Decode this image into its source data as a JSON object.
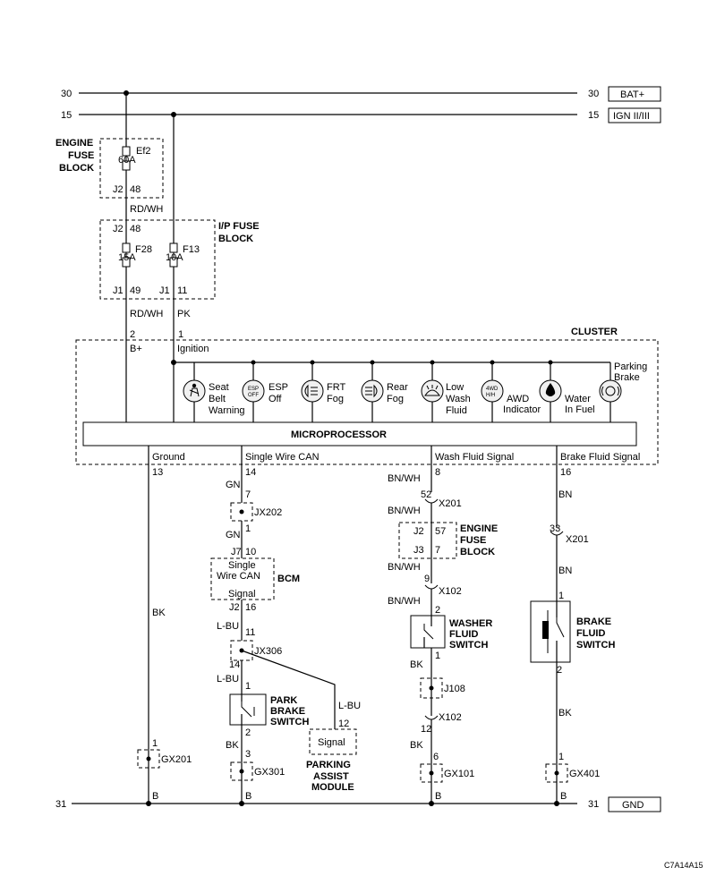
{
  "rails": {
    "bat_left": "30",
    "bat_right": "30",
    "bat_label": "BAT+",
    "ign_left": "15",
    "ign_right": "15",
    "ign_label": "IGN II/III",
    "gnd_left": "31",
    "gnd_right": "31",
    "gnd_label": "GND"
  },
  "engine_fuse_block_top": {
    "title_l1": "ENGINE",
    "title_l2": "FUSE",
    "title_l3": "BLOCK",
    "fuse_id": "Ef2",
    "rating": "60A",
    "conn": "J2",
    "pin": "48"
  },
  "wire_rdwh_1": "RD/WH",
  "ip_fuse_block": {
    "title_l1": "I/P FUSE",
    "title_l2": "BLOCK",
    "in_conn": "J2",
    "in_pin": "48",
    "f28_id": "F28",
    "f28_rating": "15A",
    "f13_id": "F13",
    "f13_rating": "10A",
    "f28_conn": "J1",
    "f28_pin": "49",
    "f13_conn": "J1",
    "f13_pin": "11"
  },
  "wire_rdwh_2": "RD/WH",
  "wire_pk": "PK",
  "cluster": {
    "title": "CLUSTER",
    "pin_bplus": "2",
    "label_bplus": "B+",
    "pin_ign": "1",
    "label_ign": "Ignition",
    "microprocessor": "MICROPROCESSOR",
    "indicators": [
      {
        "l1": "Seat",
        "l2": "Belt",
        "l3": "Warning",
        "icon": "seat-belt-icon"
      },
      {
        "l1": "ESP",
        "l2": "Off",
        "l3": "",
        "icon": "esp-off-icon",
        "glyph1": "ESP",
        "glyph2": "OFF"
      },
      {
        "l1": "FRT",
        "l2": "Fog",
        "l3": "",
        "icon": "front-fog-icon"
      },
      {
        "l1": "Rear",
        "l2": "Fog",
        "l3": "",
        "icon": "rear-fog-icon"
      },
      {
        "l1": "Low",
        "l2": "Wash",
        "l3": "Fluid",
        "icon": "washer-fluid-icon"
      },
      {
        "l1": "AWD",
        "l2": "Indicator",
        "l3": "",
        "icon": "awd-icon",
        "glyph1": "4WD",
        "glyph2": "H/H"
      },
      {
        "l1": "Water",
        "l2": "In Fuel",
        "l3": "",
        "icon": "water-in-fuel-icon"
      },
      {
        "l1": "Parking",
        "l2": "Brake",
        "l3": "",
        "icon": "parking-brake-icon"
      }
    ],
    "sig_ground": "Ground",
    "sig_can": "Single Wire CAN",
    "sig_wash": "Wash Fluid Signal",
    "sig_brake": "Brake Fluid Signal",
    "pin_ground": "13",
    "pin_can": "14",
    "pin_wash": "8",
    "pin_brake": "16"
  },
  "ground_branch": {
    "wire": "BK",
    "splice_pin": "1",
    "splice": "GX201",
    "b": "B"
  },
  "can_branch": {
    "wire1": "GN",
    "jx202_pin1": "7",
    "jx202": "JX202",
    "jx202_pin2": "1",
    "wire2": "GN",
    "bcm_in_conn": "J7",
    "bcm_in_pin": "10",
    "bcm_l1": "Single",
    "bcm_l2": "Wire CAN",
    "bcm_l3": "Signal",
    "bcm_title": "BCM",
    "bcm_out_conn": "J2",
    "bcm_out_pin": "16",
    "wire3": "L-BU",
    "jx306_pin1": "11",
    "jx306": "JX306",
    "jx306_pin2": "14",
    "wire4": "L-BU",
    "pbs_pin1": "1",
    "pbs_l1": "PARK",
    "pbs_l2": "BRAKE",
    "pbs_l3": "SWITCH",
    "pbs_pin2": "2",
    "wire5": "BK",
    "gx301_pin": "3",
    "gx301": "GX301",
    "b": "B",
    "wire_lbu": "L-BU",
    "pam_pin": "12",
    "pam_signal": "Signal",
    "pam_l1": "PARKING",
    "pam_l2": "ASSIST",
    "pam_l3": "MODULE"
  },
  "wash_branch": {
    "wire1": "BN/WH",
    "x201_pin": "52",
    "x201": "X201",
    "wire2": "BN/WH",
    "efb_c1": "J2",
    "efb_p1": "57",
    "efb_c2": "J3",
    "efb_p2": "7",
    "efb_l1": "ENGINE",
    "efb_l2": "FUSE",
    "efb_l3": "BLOCK",
    "wire3": "BN/WH",
    "x102_pin": "9",
    "x102": "X102",
    "wire4": "BN/WH",
    "wfs_pin1": "2",
    "wfs_l1": "WASHER",
    "wfs_l2": "FLUID",
    "wfs_l3": "SWITCH",
    "wfs_pin2": "1",
    "wire5": "BK",
    "j108": "J108",
    "x102b_pin": "12",
    "x102b": "X102",
    "wire6": "BK",
    "gx101_pin": "6",
    "gx101": "GX101",
    "b": "B"
  },
  "brake_branch": {
    "wire1": "BN",
    "x201_pin": "33",
    "x201": "X201",
    "wire2": "BN",
    "bfs_pin1": "1",
    "bfs_l1": "BRAKE",
    "bfs_l2": "FLUID",
    "bfs_l3": "SWITCH",
    "bfs_pin2": "2",
    "wire3": "BK",
    "gx401_pin": "1",
    "gx401": "GX401",
    "b": "B"
  },
  "figure_code": "C7A14A15"
}
